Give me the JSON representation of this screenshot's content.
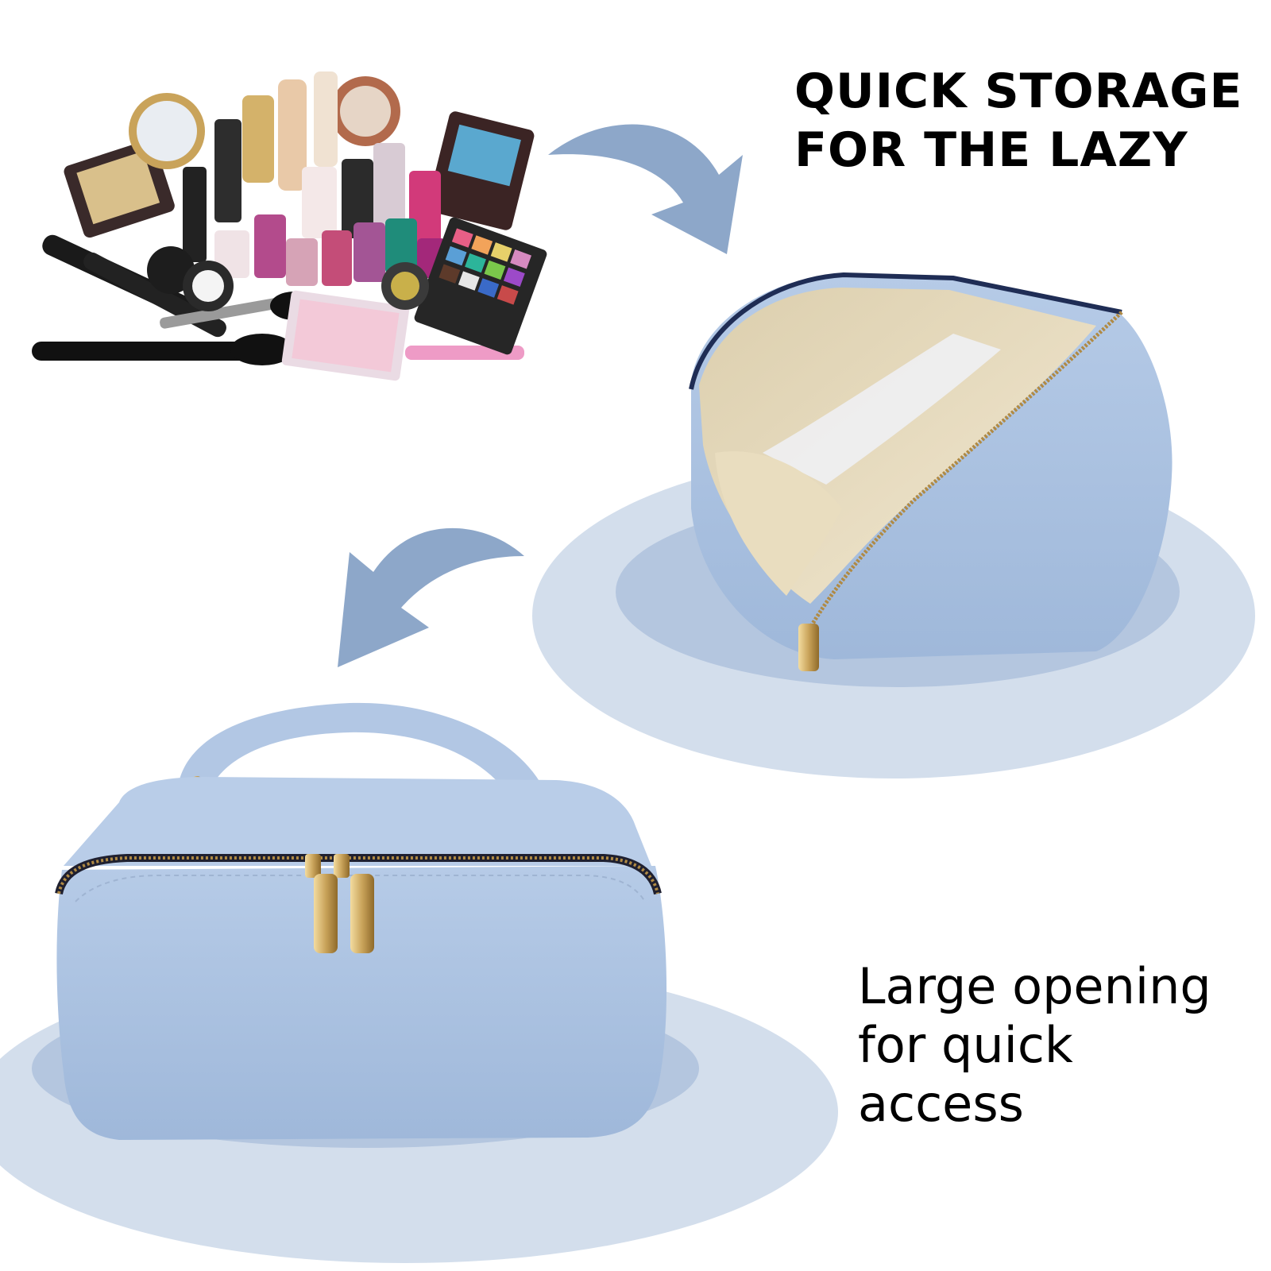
{
  "headline": {
    "line1": "QUICK STORAGE",
    "line2": "FOR THE LAZY"
  },
  "caption": {
    "line1": "Large opening",
    "line2": "for quick",
    "line3": "access"
  },
  "colors": {
    "bag_blue": "#aac1e0",
    "arrow_blue": "#8da7c9",
    "shadow_light": "#d3deec",
    "shadow_dark": "#b4c6df",
    "lining": "#e8dcc3",
    "zipper_gold": "#c9a35a",
    "text": "#000000"
  },
  "icons": [
    "curved-arrow-right",
    "curved-arrow-left"
  ]
}
